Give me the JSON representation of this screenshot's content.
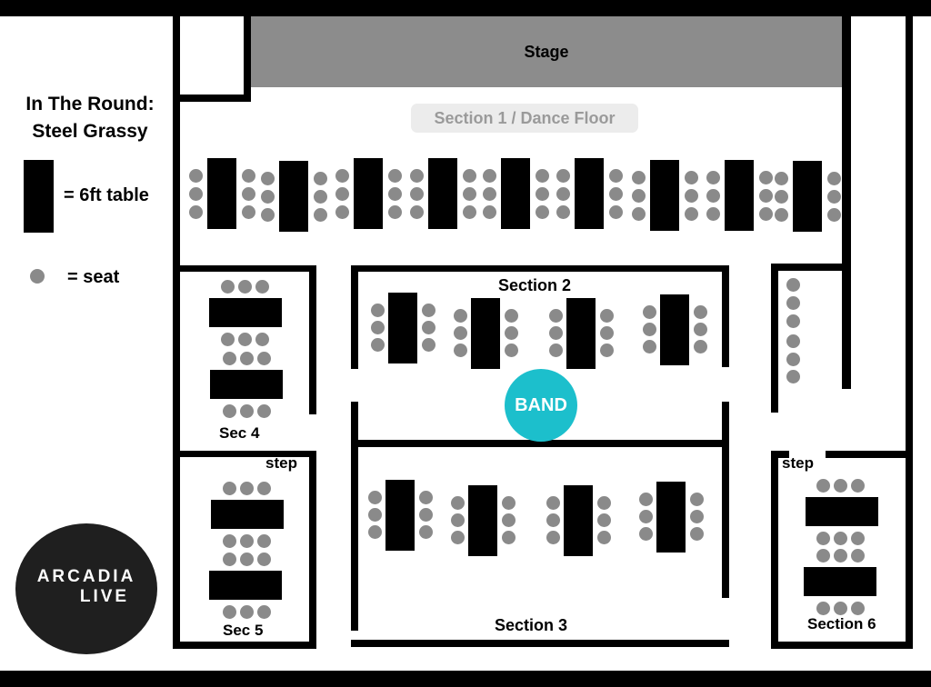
{
  "legend": {
    "title_line1": "In The Round:",
    "title_line2": "Steel Grassy",
    "table_label": "= 6ft table",
    "seat_label": "= seat"
  },
  "stage": {
    "label": "Stage"
  },
  "sections": {
    "section1": "Section 1 / Dance Floor",
    "section2": "Section 2",
    "section3": "Section 3",
    "sec4": "Sec 4",
    "sec5": "Sec 5",
    "section6": "Section 6"
  },
  "band": {
    "label": "BAND"
  },
  "steps": {
    "left": "step",
    "right": "step"
  },
  "logo": {
    "line1": "ARCADIA",
    "line2": "LIVE"
  },
  "colors": {
    "stage": "#8c8c8c",
    "seat": "#8a8a8a",
    "band": "#1cbfcc",
    "table": "#000000",
    "section1_badge": "#ececec"
  }
}
